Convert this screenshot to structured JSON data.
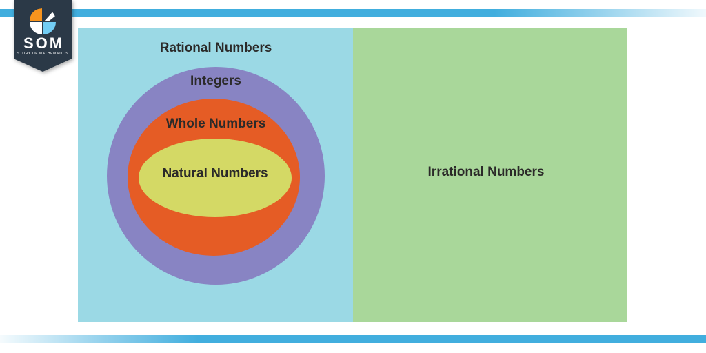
{
  "logo": {
    "acronym": "SOM",
    "tagline": "STORY OF MATHEMATICS",
    "banner_color": "#2b3947",
    "pinwheel_orange": "#f7941e",
    "pinwheel_cyan": "#72cdf4"
  },
  "decor": {
    "accent_stripe_color": "#41aede"
  },
  "diagram": {
    "text_color": "#2b2a29",
    "left_panel": {
      "background": "#9bd9e5",
      "title": "Rational Numbers",
      "rings": [
        {
          "label": "Integers",
          "color": "#8884c3"
        },
        {
          "label": "Whole Numbers",
          "color": "#e55c25"
        },
        {
          "label": "Natural Numbers",
          "color": "#d4d965"
        }
      ]
    },
    "right_panel": {
      "background": "#a9d79a",
      "label": "Irrational Numbers"
    }
  }
}
